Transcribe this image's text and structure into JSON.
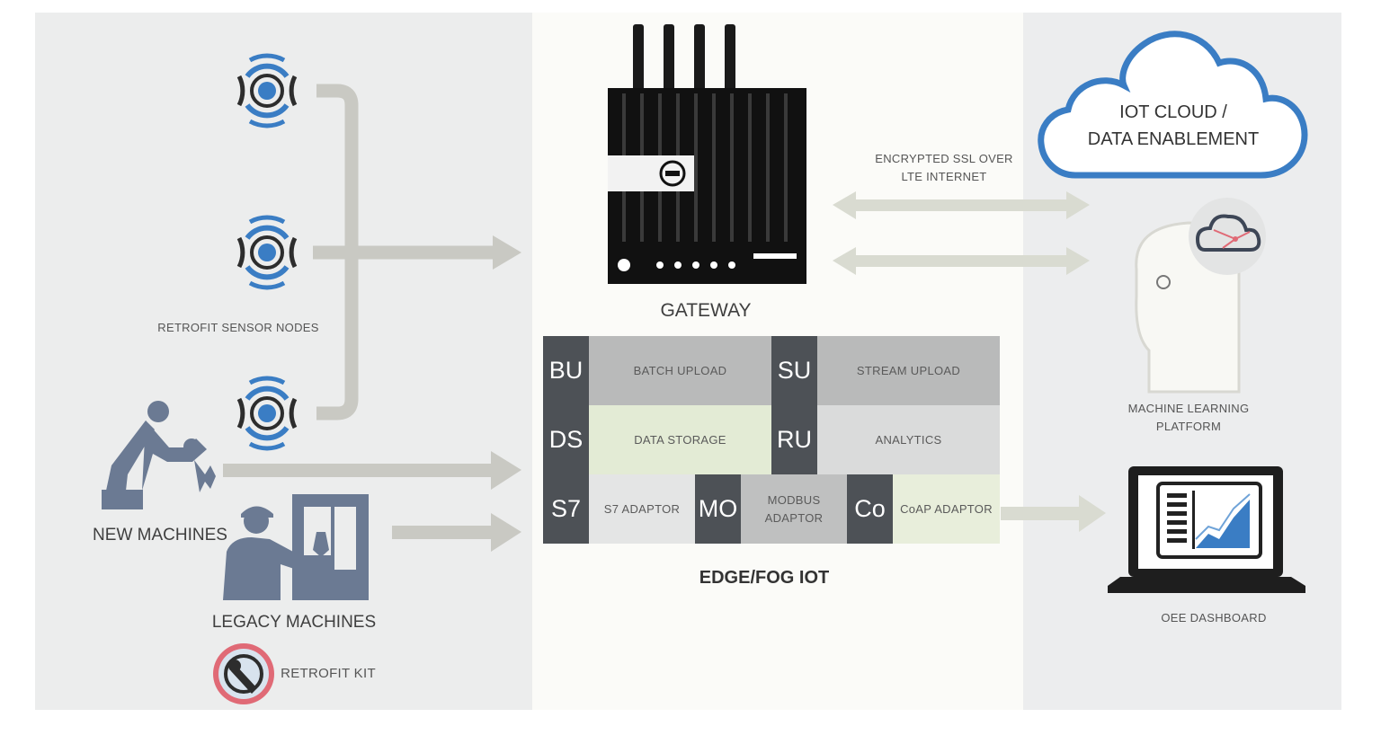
{
  "left": {
    "sensor_nodes_label": "RETROFIT SENSOR NODES",
    "new_machines_label": "NEW MACHINES",
    "legacy_machines_label": "LEGACY MACHINES",
    "retrofit_kit_label": "RETROFIT KIT"
  },
  "middle": {
    "gateway_label": "GATEWAY",
    "edge_label": "EDGE/FOG IOT",
    "modules": [
      {
        "code": "BU",
        "name": "BATCH UPLOAD"
      },
      {
        "code": "SU",
        "name": "STREAM UPLOAD"
      },
      {
        "code": "DS",
        "name": "DATA STORAGE"
      },
      {
        "code": "RU",
        "name": "ANALYTICS"
      },
      {
        "code": "S7",
        "name": "S7 ADAPTOR"
      },
      {
        "code": "MO",
        "name": "MODBUS ADAPTOR"
      },
      {
        "code": "Co",
        "name": "CoAP ADAPTOR"
      }
    ]
  },
  "connection": {
    "line1": "ENCRYPTED SSL OVER",
    "line2": "LTE INTERNET"
  },
  "right": {
    "cloud_line1": "IOT CLOUD /",
    "cloud_line2": "DATA ENABLEMENT",
    "ml_line1": "MACHINE LEARNING",
    "ml_line2": "PLATFORM",
    "dashboard_label": "OEE DASHBOARD"
  },
  "colors": {
    "sensor_blue": "#3a7dc4",
    "icon_slate": "#6b7a93",
    "arrow_gray": "#c9c9c3",
    "module_dark": "#4d5156",
    "retrofit_ring": "#e06a76"
  }
}
